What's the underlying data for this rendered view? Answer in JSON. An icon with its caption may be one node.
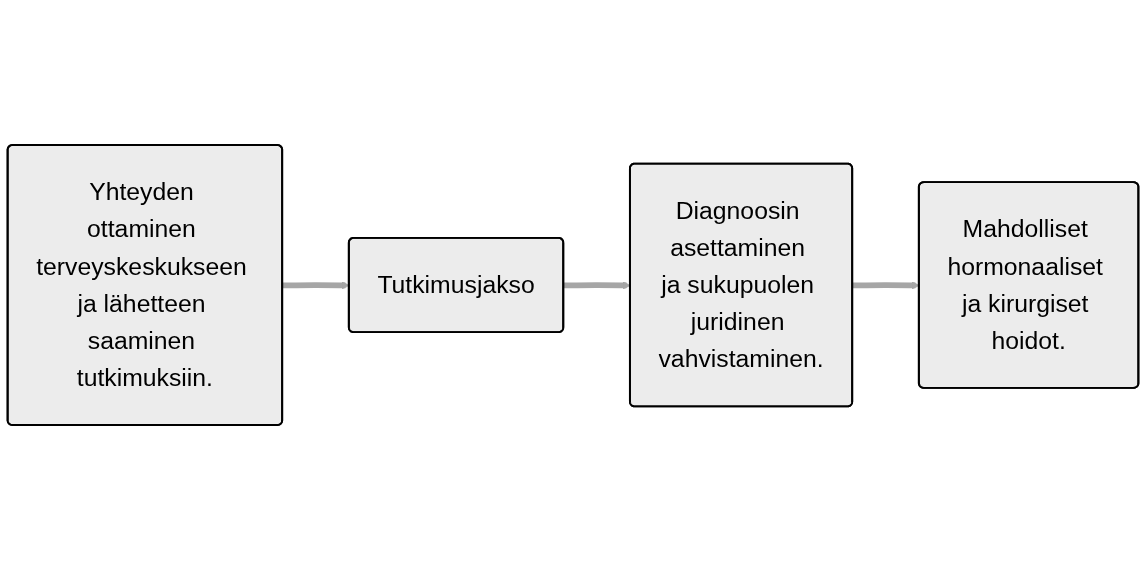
{
  "diagram": {
    "nodes": [
      {
        "text": [
          "Yhteyden ottaminen terveyskeskukseen ja lähetteen saaminen tutkimuksiin."
        ]
      },
      {
        "text": [
          "Tutkimusjakso"
        ]
      },
      {
        "text": [
          "Diagnoosin asettaminen ja sukupuolen juridinen vahvistaminen."
        ]
      },
      {
        "text": [
          "Mahdolliset hormonaaliset ja kirurgiset hoidot."
        ]
      }
    ],
    "edges": [
      {
        "from": 0,
        "to": 1,
        "arrow": "to"
      },
      {
        "from": 1,
        "to": 2,
        "arrow": "to"
      },
      {
        "from": 2,
        "to": 3,
        "arrow": "to"
      }
    ]
  }
}
